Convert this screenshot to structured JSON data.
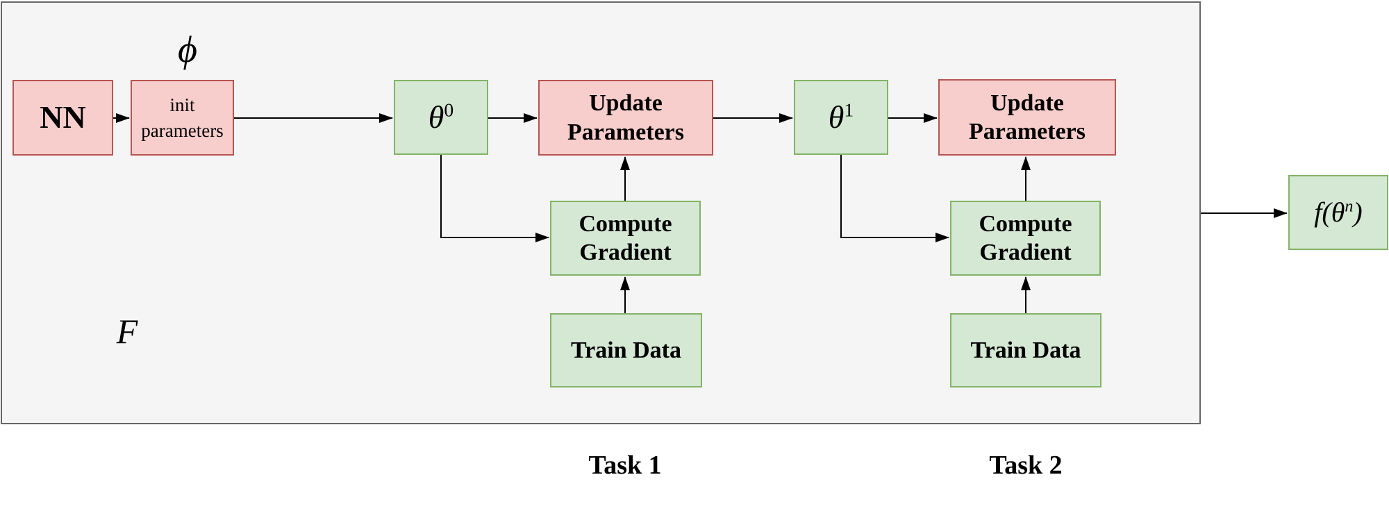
{
  "diagram": {
    "colors": {
      "pink_fill": "#f8cecc",
      "pink_stroke": "#b85450",
      "green_fill": "#d5e8d4",
      "green_stroke": "#82b366",
      "frame_fill": "#f5f5f5",
      "frame_stroke": "#666666",
      "arrow": "#000000"
    },
    "frame_label": "F",
    "phi_label": "ϕ",
    "nodes": {
      "nn": {
        "label": "NN"
      },
      "init_params": {
        "line1": "init",
        "line2": "parameters"
      },
      "theta0": {
        "base": "θ",
        "sup": "0"
      },
      "update_params_1": {
        "line1": "Update",
        "line2": "Parameters"
      },
      "theta1": {
        "base": "θ",
        "sup": "1"
      },
      "update_params_2": {
        "line1": "Update",
        "line2": "Parameters"
      },
      "compute_gradient_1": {
        "line1": "Compute",
        "line2": "Gradient"
      },
      "train_data_1": {
        "label": "Train Data"
      },
      "compute_gradient_2": {
        "line1": "Compute",
        "line2": "Gradient"
      },
      "train_data_2": {
        "label": "Train Data"
      },
      "output": {
        "open": "f(",
        "base": "θ",
        "sup": "n",
        "close": ")"
      }
    },
    "task_labels": {
      "task1": "Task 1",
      "task2": "Task 2"
    }
  }
}
